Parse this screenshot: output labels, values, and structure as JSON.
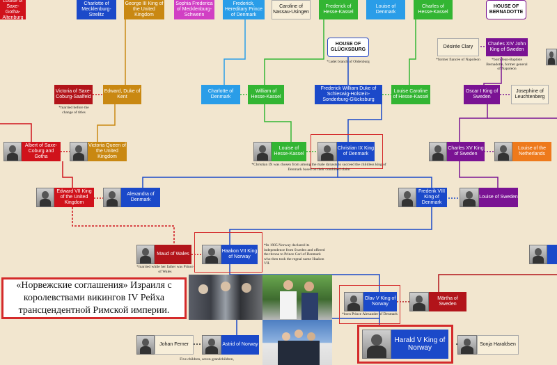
{
  "people": {
    "louise_gotha": "Louise of Saxe-Gotha-Altenburg",
    "charlotte_mecklenburg": "Charlotte of Mecklenburg-Strelitz",
    "george3": "George III King of the United Kingdom",
    "sophia_frederica": "Sophia Frederica of Mecklenburg-Schwerin",
    "frederick_denmark": "Frederick, Hereditary Prince of Denmark",
    "caroline_nassau": "Caroline of Nassau-Usingen",
    "frederick_hessekassel": "Frederick of Hesse-Kassel",
    "louise_denmark": "Louise of Denmark",
    "charles_hessekassel": "Charles of Hesse-Kassel",
    "desiree": "Désirée Clary",
    "charles14": "Charles XIV John King of Sweden",
    "victoria_saxe": "Victoria of Saxe-Coburg-Saalfeld",
    "edward_kent": "Edward, Duke of Kent",
    "charlotte_denmark": "Charlotte of Denmark",
    "william_hessekassel": "William of Hesse-Kassel",
    "frederick_william": "Frederick William Duke of Schleswig-Holstein-Sonderburg-Glücksburg",
    "louise_caroline": "Louise Caroline of Hesse-Kassel",
    "oscar1": "Oscar I King of Sweden",
    "josephine": "Josephine of Leuchtenberg",
    "albert": "Albert of Saxe-Coburg and Gotha",
    "victoria_queen": "Victoria Queen of the United Kingdom",
    "louise_hessekassel": "Louise of Hesse-Kassel",
    "christian9": "Christian IX King of Denmark",
    "charles15": "Charles XV King of Sweden",
    "louise_netherlands": "Louise of the Netherlands",
    "edward7": "Edward VII King of the United Kingdom",
    "alexandra": "Alexandra of Denmark",
    "frederik8": "Frederik VIII King of Denmark",
    "louise_sweden": "Louise of Sweden",
    "maud": "Maud of Wales",
    "haakon7": "Haakon VII King of Norway",
    "olav5": "Olav V King of Norway",
    "martha": "Märtha of Sweden",
    "harald5": "Harald V King of Norway",
    "sonja": "Sonja Haraldsen",
    "johan_ferner": "Johan Ferner",
    "astrid": "Astrid of Norway"
  },
  "houses": {
    "glucksburg": "HOUSE OF GLÜCKSBURG",
    "bernadotte": "HOUSE OF BERNADOTTE"
  },
  "notes": {
    "glucksburg": "*cadet branch of Oldenburg",
    "desiree": "*former fiancée of Napoleon",
    "charles14": "*born Jean-Baptiste Bernadotte, former general of Napoleon",
    "victoria_saxe": "*married before the change of titles",
    "christian9": "*Christian IX was chosen from among the male dynasts to succeed the childless king of Denmark based on their combined claim",
    "maud": "*married while her father was Prince of Wales",
    "haakon7": "*In 1905 Norway declared its independence from Sweden and offered the throne to Prince Carl of Denmark who then took the regnal name Haakon VII.",
    "olav5": "*born Prince Alexander of Denmark",
    "astrid": "Five children, seven grandchildren,"
  },
  "caption": "«Норвежские соглашения» Израиля с королевствами викингов IV Рейха трансцендентной Римской империи.",
  "colors": {
    "background": "#f2e6cf",
    "red": "#d0121b",
    "blue": "#1b49c9",
    "green": "#33b533",
    "gold": "#c98812",
    "purple": "#7a1393",
    "sky": "#2a9de8",
    "orange": "#ee7a1c",
    "pink": "#d13fc4",
    "highlight": "#d42a2a"
  }
}
